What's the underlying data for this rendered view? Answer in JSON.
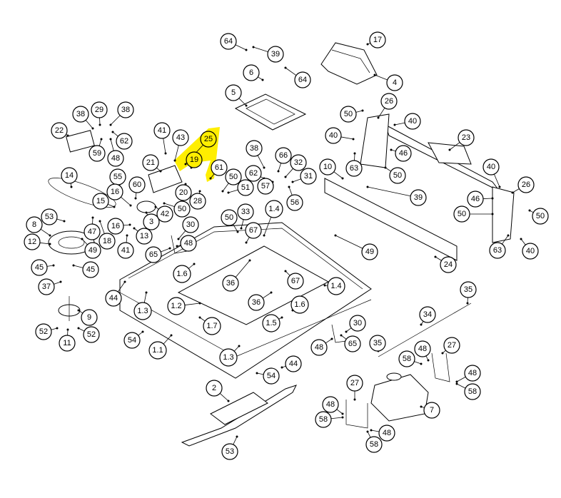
{
  "highlight_color": "#ffee00",
  "highlighted_callouts": [
    "25",
    "19"
  ],
  "callouts": [
    {
      "id": "c64a",
      "label": "64"
    },
    {
      "id": "c39a",
      "label": "39"
    },
    {
      "id": "c64b",
      "label": "64"
    },
    {
      "id": "c6",
      "label": "6"
    },
    {
      "id": "c17",
      "label": "17"
    },
    {
      "id": "c4",
      "label": "4"
    },
    {
      "id": "c5",
      "label": "5"
    },
    {
      "id": "c26a",
      "label": "26"
    },
    {
      "id": "c50a",
      "label": "50"
    },
    {
      "id": "c40a",
      "label": "40"
    },
    {
      "id": "c40b",
      "label": "40"
    },
    {
      "id": "c23",
      "label": "23"
    },
    {
      "id": "c46a",
      "label": "46"
    },
    {
      "id": "c63a",
      "label": "63"
    },
    {
      "id": "c50b",
      "label": "50"
    },
    {
      "id": "c40c",
      "label": "40"
    },
    {
      "id": "c26b",
      "label": "26"
    },
    {
      "id": "c46b",
      "label": "46"
    },
    {
      "id": "c50c",
      "label": "50"
    },
    {
      "id": "c50d",
      "label": "50"
    },
    {
      "id": "c63b",
      "label": "63"
    },
    {
      "id": "c40d",
      "label": "40"
    },
    {
      "id": "c38a",
      "label": "38"
    },
    {
      "id": "c29",
      "label": "29"
    },
    {
      "id": "c38b",
      "label": "38"
    },
    {
      "id": "c22",
      "label": "22"
    },
    {
      "id": "c62a",
      "label": "62"
    },
    {
      "id": "c59",
      "label": "59"
    },
    {
      "id": "c48a",
      "label": "48"
    },
    {
      "id": "c41a",
      "label": "41"
    },
    {
      "id": "c43",
      "label": "43"
    },
    {
      "id": "c25",
      "label": "25"
    },
    {
      "id": "c19",
      "label": "19"
    },
    {
      "id": "c21",
      "label": "21"
    },
    {
      "id": "c61",
      "label": "61"
    },
    {
      "id": "c50e",
      "label": "50"
    },
    {
      "id": "c51",
      "label": "51"
    },
    {
      "id": "c20",
      "label": "20"
    },
    {
      "id": "c28",
      "label": "28"
    },
    {
      "id": "c38c",
      "label": "38"
    },
    {
      "id": "c66",
      "label": "66"
    },
    {
      "id": "c32",
      "label": "32"
    },
    {
      "id": "c62b",
      "label": "62"
    },
    {
      "id": "c31",
      "label": "31"
    },
    {
      "id": "c57",
      "label": "57"
    },
    {
      "id": "c56",
      "label": "56"
    },
    {
      "id": "c10",
      "label": "10"
    },
    {
      "id": "c39b",
      "label": "39"
    },
    {
      "id": "c14",
      "label": "14"
    },
    {
      "id": "c55",
      "label": "55"
    },
    {
      "id": "c60",
      "label": "60"
    },
    {
      "id": "c16a",
      "label": "16"
    },
    {
      "id": "c15",
      "label": "15"
    },
    {
      "id": "c3",
      "label": "3"
    },
    {
      "id": "c42",
      "label": "42"
    },
    {
      "id": "c50f",
      "label": "50"
    },
    {
      "id": "c53a",
      "label": "53"
    },
    {
      "id": "c47",
      "label": "47"
    },
    {
      "id": "c18",
      "label": "18"
    },
    {
      "id": "c16b",
      "label": "16"
    },
    {
      "id": "c13",
      "label": "13"
    },
    {
      "id": "c8",
      "label": "8"
    },
    {
      "id": "c49a",
      "label": "49"
    },
    {
      "id": "c41b",
      "label": "41"
    },
    {
      "id": "c12",
      "label": "12"
    },
    {
      "id": "c45a",
      "label": "45"
    },
    {
      "id": "c45b",
      "label": "45"
    },
    {
      "id": "c37",
      "label": "37"
    },
    {
      "id": "c9",
      "label": "9"
    },
    {
      "id": "c52a",
      "label": "52"
    },
    {
      "id": "c52b",
      "label": "52"
    },
    {
      "id": "c11",
      "label": "11"
    },
    {
      "id": "c44a",
      "label": "44"
    },
    {
      "id": "c30a",
      "label": "30"
    },
    {
      "id": "c65a",
      "label": "65"
    },
    {
      "id": "c48b",
      "label": "48"
    },
    {
      "id": "c50g",
      "label": "50"
    },
    {
      "id": "c33",
      "label": "33"
    },
    {
      "id": "c67a",
      "label": "67"
    },
    {
      "id": "c1_4a",
      "label": "1.4"
    },
    {
      "id": "c1_6a",
      "label": "1.6"
    },
    {
      "id": "c36a",
      "label": "36"
    },
    {
      "id": "c67b",
      "label": "67"
    },
    {
      "id": "c1_4b",
      "label": "1.4"
    },
    {
      "id": "c1_3a",
      "label": "1.3"
    },
    {
      "id": "c1_2",
      "label": "1.2"
    },
    {
      "id": "c36b",
      "label": "36"
    },
    {
      "id": "c1_6b",
      "label": "1.6"
    },
    {
      "id": "c1_7",
      "label": "1.7"
    },
    {
      "id": "c1_5",
      "label": "1.5"
    },
    {
      "id": "c49b",
      "label": "49"
    },
    {
      "id": "c24",
      "label": "24"
    },
    {
      "id": "c54a",
      "label": "54"
    },
    {
      "id": "c1_1",
      "label": "1.1"
    },
    {
      "id": "c1_3b",
      "label": "1.3"
    },
    {
      "id": "c44b",
      "label": "44"
    },
    {
      "id": "c54b",
      "label": "54"
    },
    {
      "id": "c30b",
      "label": "30"
    },
    {
      "id": "c48c",
      "label": "48"
    },
    {
      "id": "c65b",
      "label": "65"
    },
    {
      "id": "c35a",
      "label": "35"
    },
    {
      "id": "c34",
      "label": "34"
    },
    {
      "id": "c35b",
      "label": "35"
    },
    {
      "id": "c58a",
      "label": "58"
    },
    {
      "id": "c48d",
      "label": "48"
    },
    {
      "id": "c27a",
      "label": "27"
    },
    {
      "id": "c48e",
      "label": "48"
    },
    {
      "id": "c58b",
      "label": "58"
    },
    {
      "id": "c2",
      "label": "2"
    },
    {
      "id": "c53b",
      "label": "53"
    },
    {
      "id": "c27b",
      "label": "27"
    },
    {
      "id": "c48f",
      "label": "48"
    },
    {
      "id": "c58c",
      "label": "58"
    },
    {
      "id": "c7",
      "label": "7"
    },
    {
      "id": "c48g",
      "label": "48"
    },
    {
      "id": "c58d",
      "label": "58"
    }
  ]
}
